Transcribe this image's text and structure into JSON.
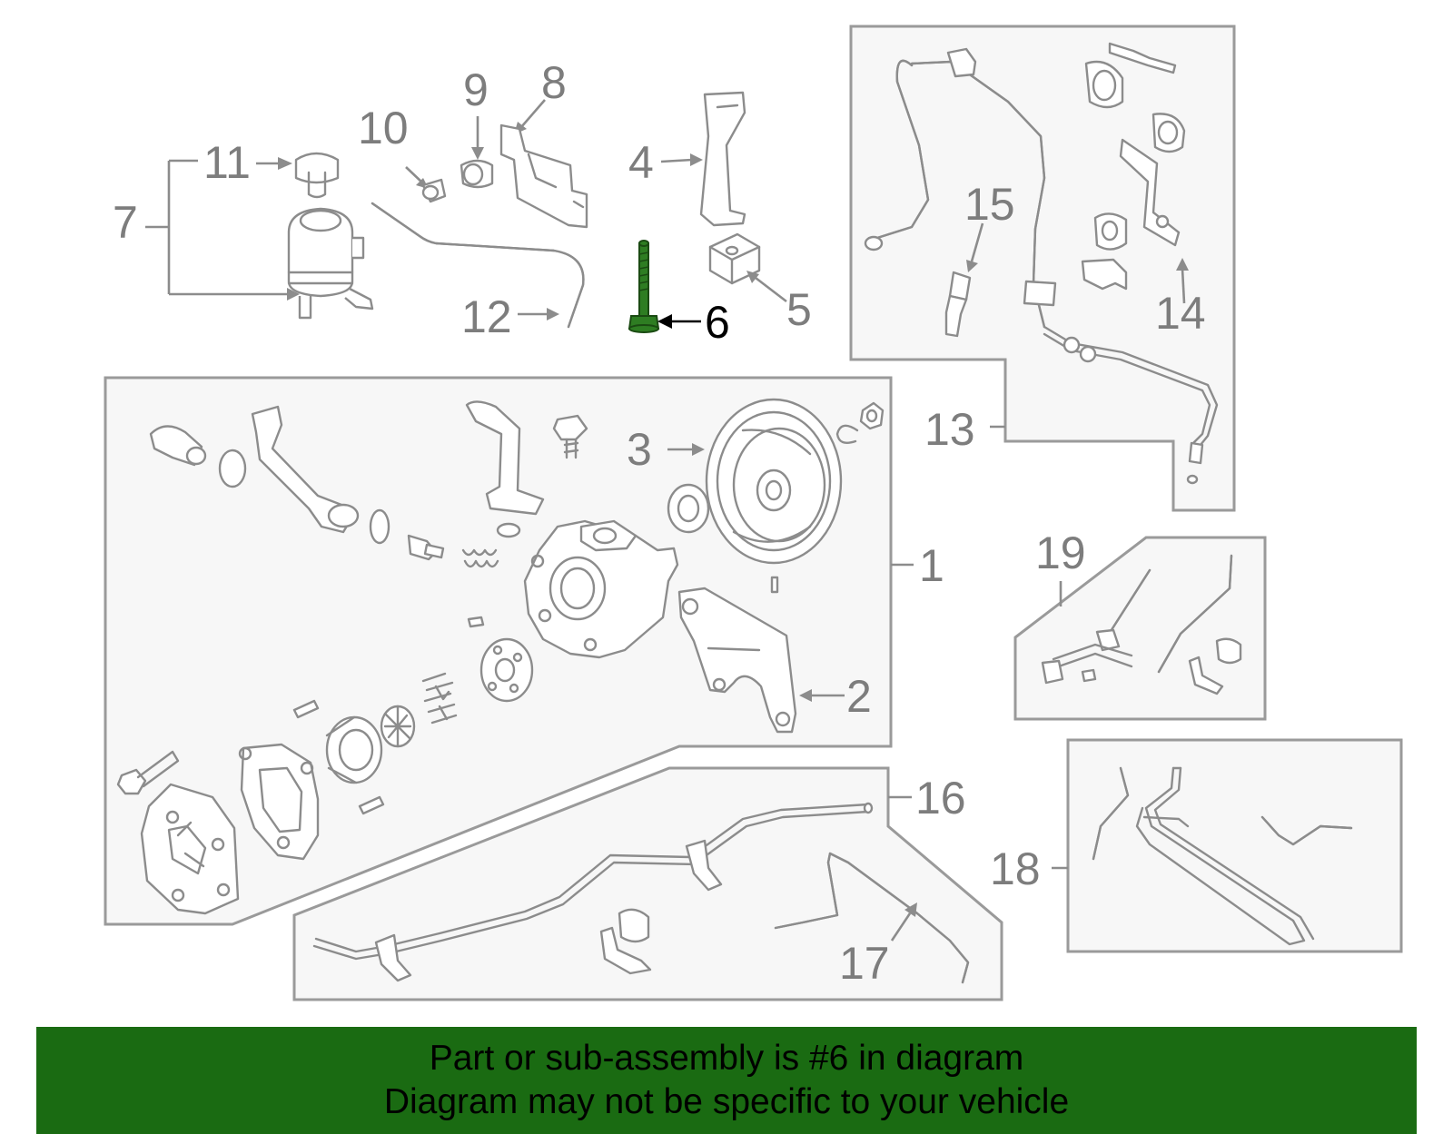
{
  "diagram": {
    "callouts": {
      "c1": "1",
      "c2": "2",
      "c3": "3",
      "c4": "4",
      "c5": "5",
      "c6": "6",
      "c7": "7",
      "c8": "8",
      "c9": "9",
      "c10": "10",
      "c11": "11",
      "c12": "12",
      "c13": "13",
      "c14": "14",
      "c15": "15",
      "c16": "16",
      "c17": "17",
      "c18": "18",
      "c19": "19"
    },
    "highlighted_part": "6",
    "colors": {
      "highlight": "#2e7d22",
      "outline": "#8c8c8c",
      "panel": "#f7f7f7"
    }
  },
  "banner": {
    "line1": "Part or sub-assembly is #6 in diagram",
    "line2": "Diagram may not be specific to your vehicle",
    "background": "#1a6b12"
  }
}
